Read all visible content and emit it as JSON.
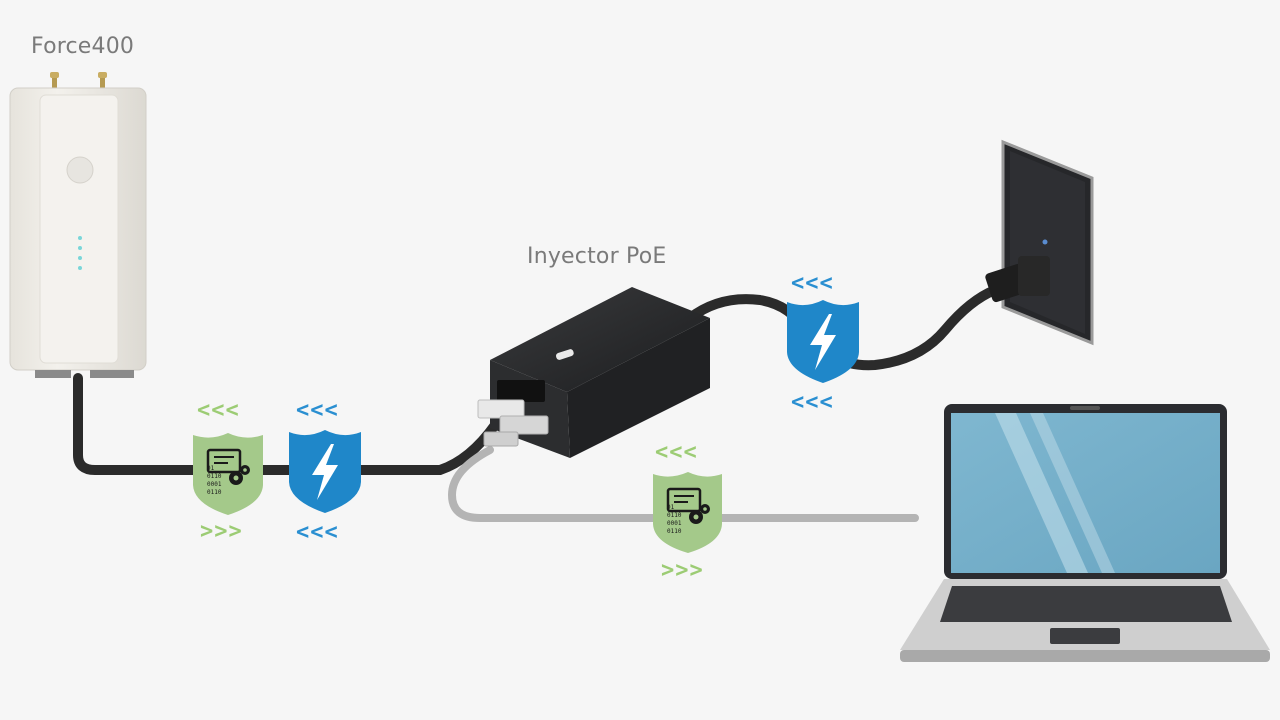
{
  "labels": {
    "radio": "Force400",
    "injector": "Inyector PoE"
  },
  "flow_markers": {
    "left_data_top": "<<<",
    "left_data_bottom": ">>>",
    "left_power_top": "<<<",
    "left_power_bottom": "<<<",
    "right_power_top": "<<<",
    "right_power_bottom": "<<<",
    "lan_data_top": "<<<",
    "lan_data_bottom": ">>>"
  },
  "shield_icons": {
    "data": "data-gear-shield-icon",
    "power": "lightning-shield-icon"
  },
  "shield_data_text": [
    "01",
    "0110",
    "0001",
    "0110"
  ],
  "colors": {
    "background": "#f6f6f6",
    "data_shield": "#a4c98a",
    "power_shield": "#1f87c9",
    "data_arrows": "#9ccc74",
    "power_arrows": "#2a8fd1",
    "cable_dark": "#2b2b2b",
    "cable_lan": "#b4b4b4"
  }
}
